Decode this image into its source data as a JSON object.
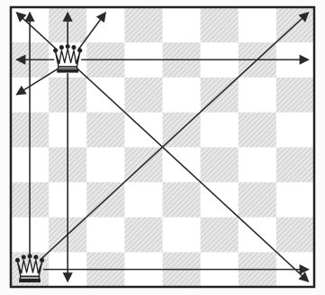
{
  "board": {
    "files": 8,
    "ranks": 8,
    "light_square_color": "#ffffff",
    "dark_square_color": "#cfcfcf",
    "border_color": "#222222",
    "arrow_color": "#2a2a2a"
  },
  "pieces": [
    {
      "type": "queen",
      "color": "white",
      "square": "b7",
      "icon": "white-queen-icon"
    },
    {
      "type": "queen",
      "color": "white",
      "square": "a1",
      "icon": "white-queen-icon"
    }
  ],
  "moves": [
    {
      "from": "b7",
      "to": "a8"
    },
    {
      "from": "b7",
      "to": "b8"
    },
    {
      "from": "b7",
      "to": "c8"
    },
    {
      "from": "b7",
      "to": "a7"
    },
    {
      "from": "b7",
      "to": "h7"
    },
    {
      "from": "b7",
      "to": "a6"
    },
    {
      "from": "b7",
      "to": "b1"
    },
    {
      "from": "b7",
      "to": "h1"
    },
    {
      "from": "a1",
      "to": "a8"
    },
    {
      "from": "a1",
      "to": "h8"
    },
    {
      "from": "a1",
      "to": "h1"
    }
  ]
}
